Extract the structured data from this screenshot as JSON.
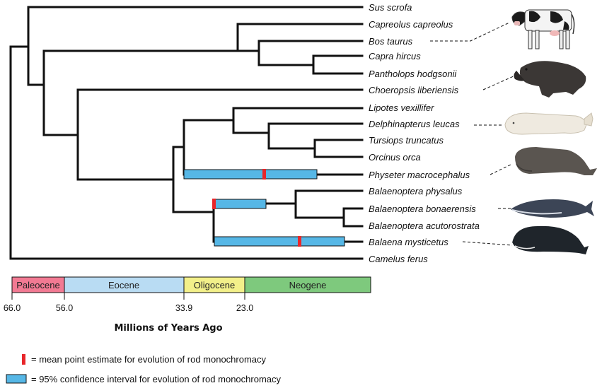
{
  "taxa": [
    "Sus scrofa",
    "Capreolus capreolus",
    "Bos taurus",
    "Capra hircus",
    "Pantholops hodgsonii",
    "Choeropsis liberiensis",
    "Lipotes vexillifer",
    "Delphinapterus leucas",
    "Tursiops truncatus",
    "Orcinus orca",
    "Physeter macrocephalus",
    "Balaenoptera physalus",
    "Balaenoptera bonaerensis",
    "Balaenoptera acutorostrata",
    "Balaena mysticetus",
    "Camelus ferus"
  ],
  "timescale": {
    "epochs": [
      {
        "name": "Paleocene",
        "start_ma": 66.0,
        "end_ma": 56.0,
        "color": "#f27a93"
      },
      {
        "name": "Eocene",
        "start_ma": 56.0,
        "end_ma": 33.9,
        "color": "#b9dcf3"
      },
      {
        "name": "Oligocene",
        "start_ma": 33.9,
        "end_ma": 23.0,
        "color": "#f3f08a"
      },
      {
        "name": "Neogene",
        "start_ma": 23.0,
        "end_ma": 0.0,
        "color": "#7ec97d"
      }
    ],
    "ticks": [
      "66.0",
      "56.0",
      "33.9",
      "23.0"
    ],
    "axis_title": "Millions of Years Ago"
  },
  "colors": {
    "mean_marker": "#e8262a",
    "ci_fill": "#56b7e6",
    "branch": "#111111"
  },
  "legend": {
    "mean_label": "= mean point estimate for evolution of rod monochromacy",
    "ci_label": "= 95% confidence interval for evolution of rod monochromacy"
  },
  "illustrations": [
    {
      "icon": "cow-illustration",
      "taxon": "Bos taurus"
    },
    {
      "icon": "hippopotamus-illustration",
      "taxon": "Choeropsis liberiensis"
    },
    {
      "icon": "beluga-illustration",
      "taxon": "Delphinapterus leucas"
    },
    {
      "icon": "sperm-whale-illustration",
      "taxon": "Physeter macrocephalus"
    },
    {
      "icon": "minke-whale-illustration",
      "taxon": "Balaenoptera bonaerensis"
    },
    {
      "icon": "bowhead-whale-illustration",
      "taxon": "Balaena mysticetus"
    }
  ]
}
